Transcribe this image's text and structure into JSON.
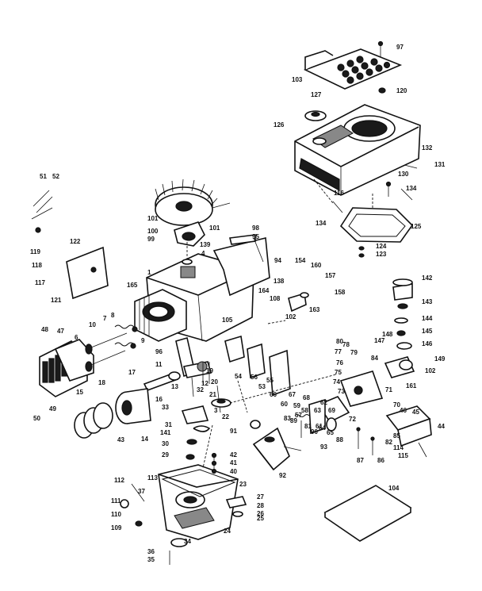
{
  "callouts": [
    {
      "id": "c97",
      "text": "97"
    },
    {
      "id": "c103",
      "text": "103"
    },
    {
      "id": "c120",
      "text": "120"
    },
    {
      "id": "c127",
      "text": "127"
    },
    {
      "id": "c126",
      "text": "126"
    },
    {
      "id": "c132",
      "text": "132"
    },
    {
      "id": "c131",
      "text": "131"
    },
    {
      "id": "c130",
      "text": "130"
    },
    {
      "id": "c116",
      "text": "116"
    },
    {
      "id": "c134a",
      "text": "134"
    },
    {
      "id": "c134b",
      "text": "134"
    },
    {
      "id": "c125",
      "text": "125"
    },
    {
      "id": "c124",
      "text": "124"
    },
    {
      "id": "c123",
      "text": "123"
    },
    {
      "id": "c51",
      "text": "51"
    },
    {
      "id": "c52",
      "text": "52"
    },
    {
      "id": "c101a",
      "text": "101"
    },
    {
      "id": "c101b",
      "text": "101"
    },
    {
      "id": "c100",
      "text": "100"
    },
    {
      "id": "c99",
      "text": "99"
    },
    {
      "id": "c98",
      "text": "98"
    },
    {
      "id": "c95",
      "text": "95"
    },
    {
      "id": "c139",
      "text": "139"
    },
    {
      "id": "c94",
      "text": "94"
    },
    {
      "id": "c122",
      "text": "122"
    },
    {
      "id": "c119",
      "text": "119"
    },
    {
      "id": "c118",
      "text": "118"
    },
    {
      "id": "c117",
      "text": "117"
    },
    {
      "id": "c138",
      "text": "138"
    },
    {
      "id": "c121",
      "text": "121"
    },
    {
      "id": "c4",
      "text": "4"
    },
    {
      "id": "c1",
      "text": "1"
    },
    {
      "id": "c154",
      "text": "154"
    },
    {
      "id": "c160",
      "text": "160"
    },
    {
      "id": "c157",
      "text": "157"
    },
    {
      "id": "c158",
      "text": "158"
    },
    {
      "id": "c163",
      "text": "163"
    },
    {
      "id": "c164",
      "text": "164"
    },
    {
      "id": "c108",
      "text": "108"
    },
    {
      "id": "c142",
      "text": "142"
    },
    {
      "id": "c143",
      "text": "143"
    },
    {
      "id": "c144",
      "text": "144"
    },
    {
      "id": "c145",
      "text": "145"
    },
    {
      "id": "c146",
      "text": "146"
    },
    {
      "id": "c147",
      "text": "147"
    },
    {
      "id": "c148",
      "text": "148"
    },
    {
      "id": "c149",
      "text": "149"
    },
    {
      "id": "c102a",
      "text": "102"
    },
    {
      "id": "c102b",
      "text": "102"
    },
    {
      "id": "c105",
      "text": "105"
    },
    {
      "id": "c161",
      "text": "161"
    },
    {
      "id": "c48",
      "text": "48"
    },
    {
      "id": "c47",
      "text": "47"
    },
    {
      "id": "c6",
      "text": "6"
    },
    {
      "id": "c10",
      "text": "10"
    },
    {
      "id": "c7",
      "text": "7"
    },
    {
      "id": "c8",
      "text": "8"
    },
    {
      "id": "c9",
      "text": "9"
    },
    {
      "id": "c96",
      "text": "96"
    },
    {
      "id": "c11",
      "text": "11"
    },
    {
      "id": "c12",
      "text": "12"
    },
    {
      "id": "c13",
      "text": "13"
    },
    {
      "id": "c17",
      "text": "17"
    },
    {
      "id": "c18",
      "text": "18"
    },
    {
      "id": "c15",
      "text": "15"
    },
    {
      "id": "c49",
      "text": "49"
    },
    {
      "id": "c50",
      "text": "50"
    },
    {
      "id": "c14",
      "text": "14"
    },
    {
      "id": "c16",
      "text": "16"
    },
    {
      "id": "c33",
      "text": "33"
    },
    {
      "id": "c31",
      "text": "31"
    },
    {
      "id": "c141",
      "text": "141"
    },
    {
      "id": "c30",
      "text": "30"
    },
    {
      "id": "c29",
      "text": "29"
    },
    {
      "id": "c91",
      "text": "91"
    },
    {
      "id": "c22",
      "text": "22"
    },
    {
      "id": "c21",
      "text": "21"
    },
    {
      "id": "c20",
      "text": "20"
    },
    {
      "id": "c19",
      "text": "19"
    },
    {
      "id": "c43",
      "text": "43"
    },
    {
      "id": "c42",
      "text": "42"
    },
    {
      "id": "c41",
      "text": "41"
    },
    {
      "id": "c40",
      "text": "40"
    },
    {
      "id": "c23",
      "text": "23"
    },
    {
      "id": "c28",
      "text": "28"
    },
    {
      "id": "c27",
      "text": "27"
    },
    {
      "id": "c26",
      "text": "26"
    },
    {
      "id": "c25",
      "text": "25"
    },
    {
      "id": "c24",
      "text": "24"
    },
    {
      "id": "c34",
      "text": "34"
    },
    {
      "id": "c36",
      "text": "36"
    },
    {
      "id": "c35",
      "text": "35"
    },
    {
      "id": "c37",
      "text": "37"
    },
    {
      "id": "c112",
      "text": "112"
    },
    {
      "id": "c113",
      "text": "113"
    },
    {
      "id": "c111",
      "text": "111"
    },
    {
      "id": "c110",
      "text": "110"
    },
    {
      "id": "c109",
      "text": "109"
    },
    {
      "id": "c93",
      "text": "93"
    },
    {
      "id": "c92",
      "text": "92"
    },
    {
      "id": "c90",
      "text": "90"
    },
    {
      "id": "c89",
      "text": "89"
    },
    {
      "id": "c88",
      "text": "88"
    },
    {
      "id": "c87",
      "text": "87"
    },
    {
      "id": "c86",
      "text": "86"
    },
    {
      "id": "c85",
      "text": "85"
    },
    {
      "id": "c84",
      "text": "84"
    },
    {
      "id": "c83",
      "text": "83"
    },
    {
      "id": "c82",
      "text": "82"
    },
    {
      "id": "c81",
      "text": "81"
    },
    {
      "id": "c80",
      "text": "80"
    },
    {
      "id": "c79",
      "text": "79"
    },
    {
      "id": "c78",
      "text": "78"
    },
    {
      "id": "c77",
      "text": "77"
    },
    {
      "id": "c76",
      "text": "76"
    },
    {
      "id": "c75",
      "text": "75"
    },
    {
      "id": "c74",
      "text": "74"
    },
    {
      "id": "c73",
      "text": "73"
    },
    {
      "id": "c72",
      "text": "72"
    },
    {
      "id": "c71",
      "text": "71"
    },
    {
      "id": "c70",
      "text": "70"
    },
    {
      "id": "c69",
      "text": "69"
    },
    {
      "id": "c68",
      "text": "68"
    },
    {
      "id": "c67",
      "text": "67"
    },
    {
      "id": "c66",
      "text": "66"
    },
    {
      "id": "c65",
      "text": "65"
    },
    {
      "id": "c64",
      "text": "64"
    },
    {
      "id": "c63",
      "text": "63"
    },
    {
      "id": "c62",
      "text": "62"
    },
    {
      "id": "c61",
      "text": "61"
    },
    {
      "id": "c60",
      "text": "60"
    },
    {
      "id": "c59",
      "text": "59"
    },
    {
      "id": "c58",
      "text": "58"
    },
    {
      "id": "c57",
      "text": "57"
    },
    {
      "id": "c56",
      "text": "56"
    },
    {
      "id": "c55",
      "text": "55"
    },
    {
      "id": "c54",
      "text": "54"
    },
    {
      "id": "c53",
      "text": "53"
    },
    {
      "id": "c114",
      "text": "114"
    },
    {
      "id": "c115",
      "text": "115"
    },
    {
      "id": "c44",
      "text": "44"
    },
    {
      "id": "c45",
      "text": "45"
    },
    {
      "id": "c46",
      "text": "46"
    },
    {
      "id": "c104",
      "text": "104"
    },
    {
      "id": "c165",
      "text": "165"
    },
    {
      "id": "c32",
      "text": "32"
    },
    {
      "id": "c3",
      "text": "3"
    }
  ],
  "icons": {
    "engine": "engine-exploded-view",
    "manual": "owners-manual-icon"
  }
}
